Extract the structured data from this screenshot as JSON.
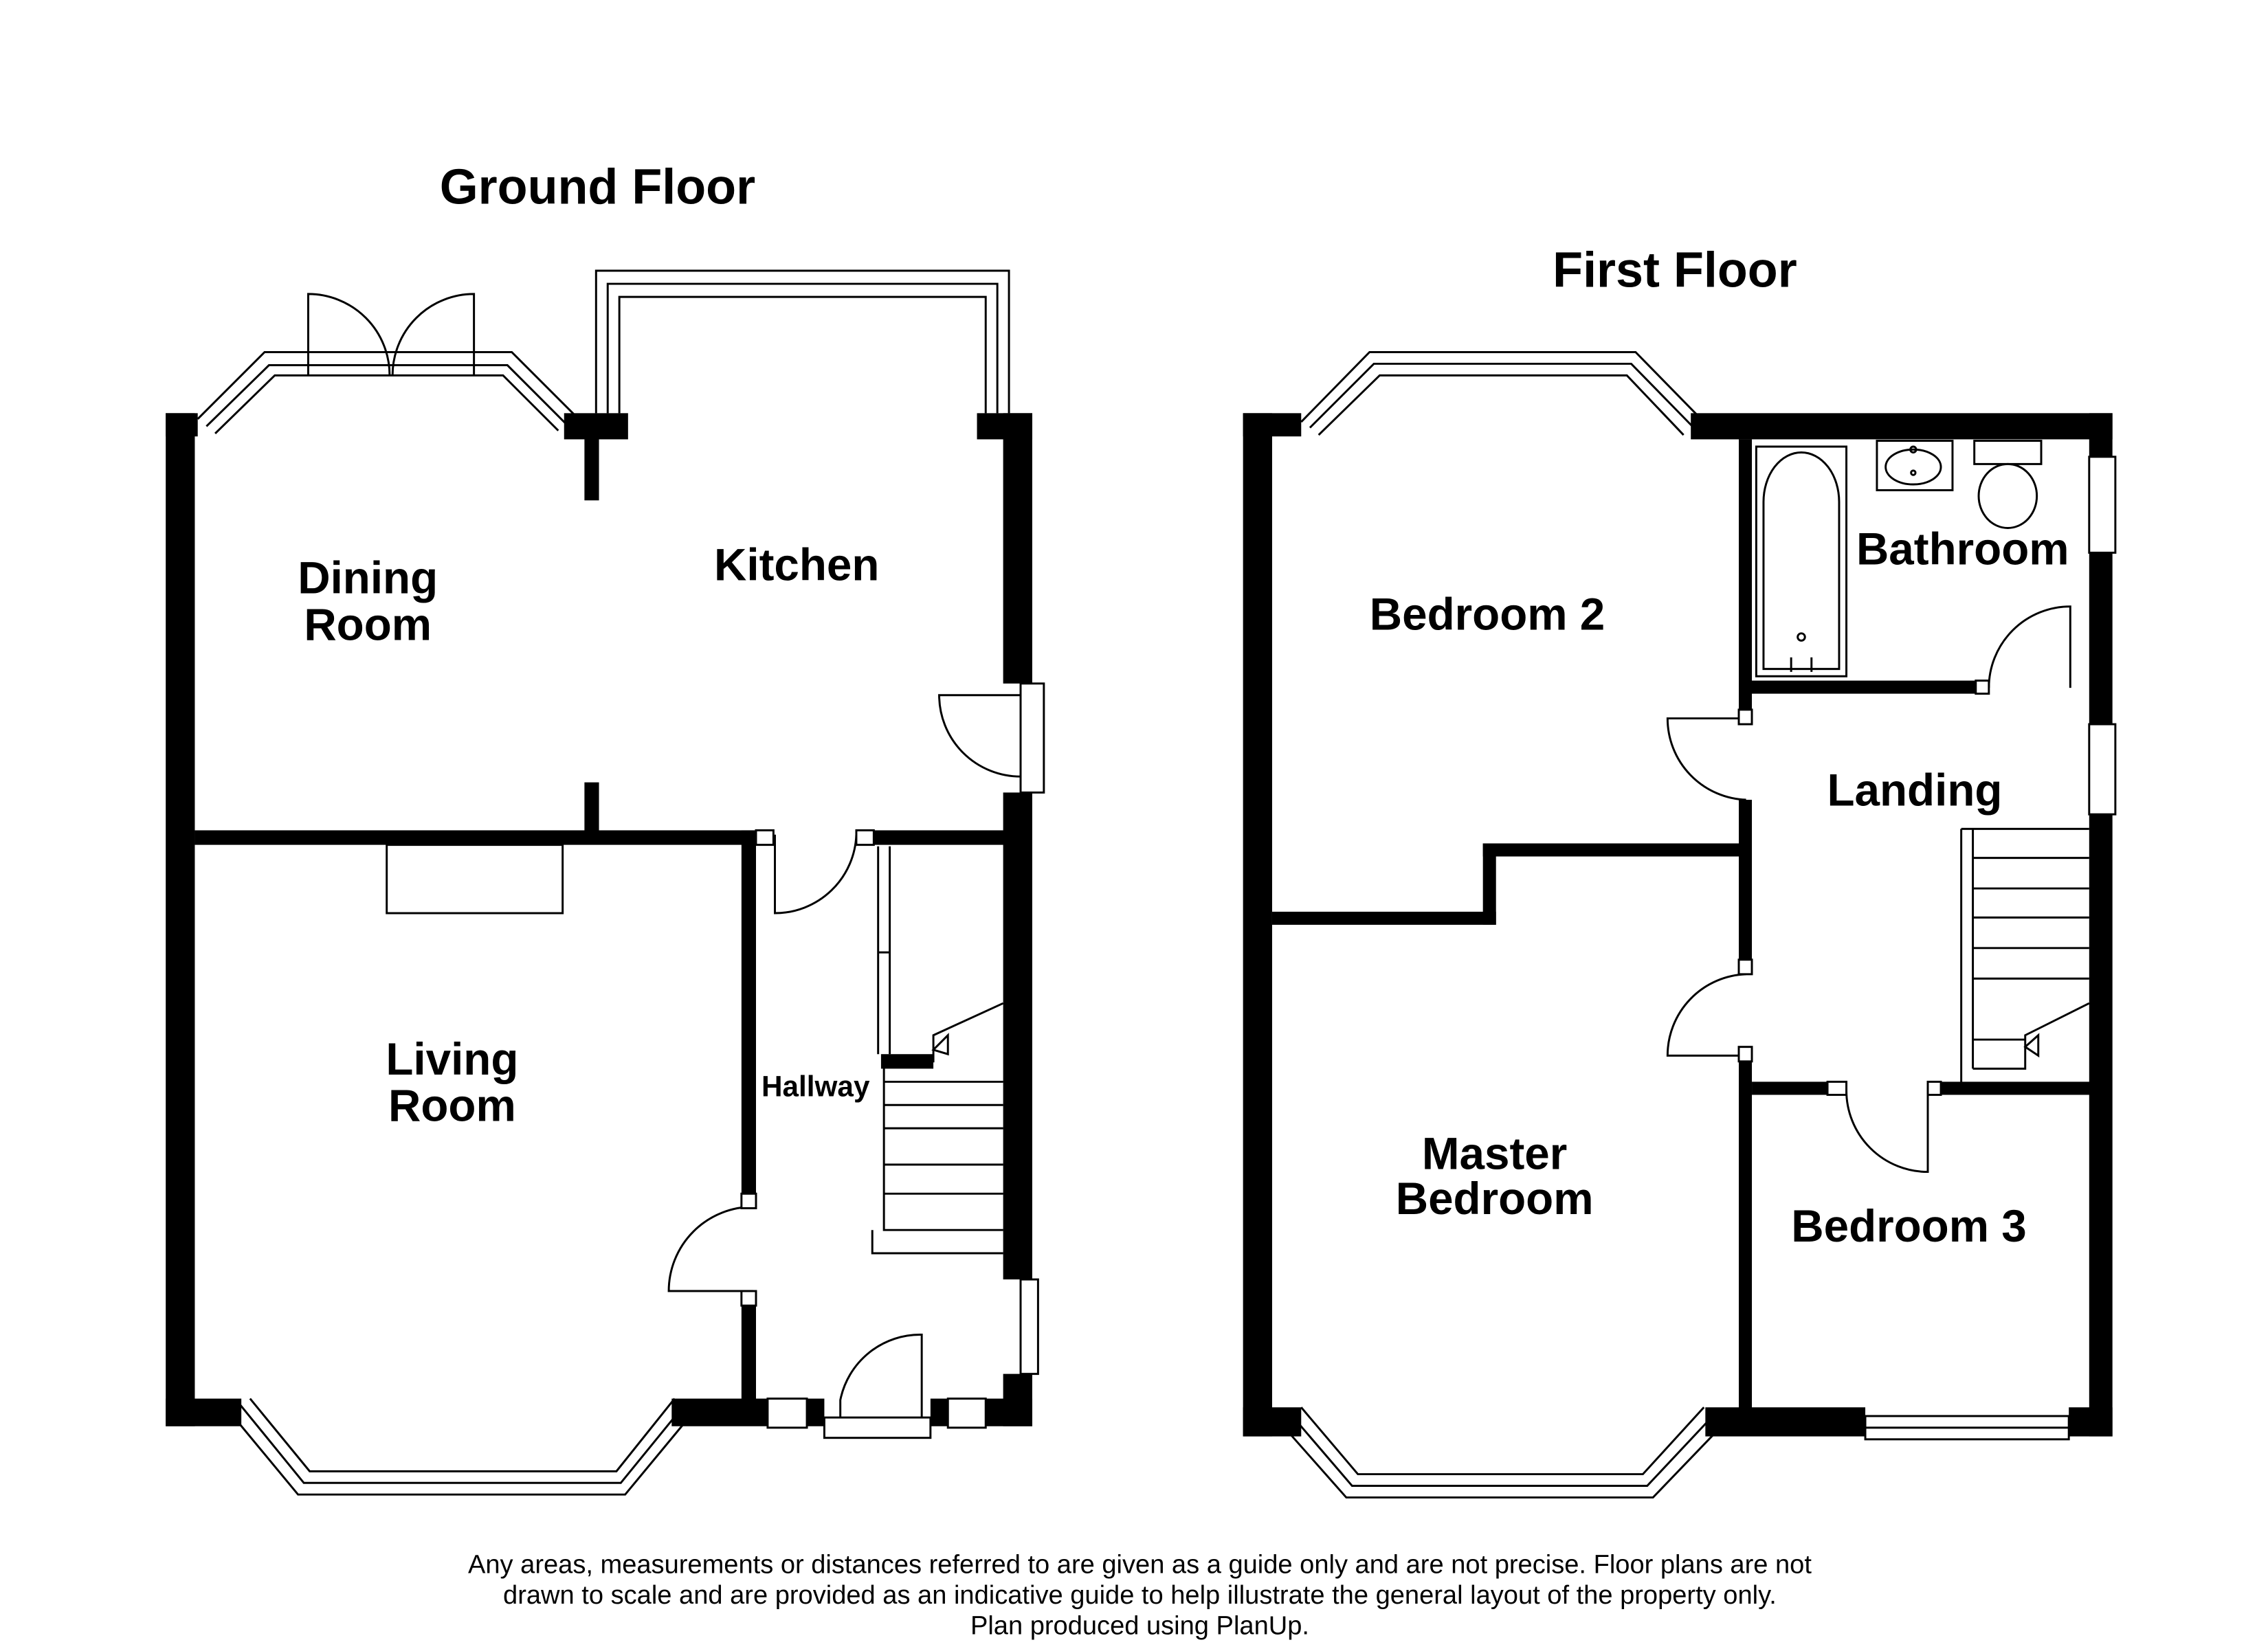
{
  "floors": {
    "ground": {
      "title": "Ground Floor",
      "rooms": {
        "dining_line1": "Dining",
        "dining_line2": "Room",
        "kitchen": "Kitchen",
        "living_line1": "Living",
        "living_line2": "Room",
        "hallway": "Hallway"
      }
    },
    "first": {
      "title": "First Floor",
      "rooms": {
        "bedroom2": "Bedroom 2",
        "bathroom": "Bathroom",
        "landing": "Landing",
        "master_line1": "Master",
        "master_line2": "Bedroom",
        "bedroom3": "Bedroom 3"
      }
    }
  },
  "disclaimer": {
    "line1": "Any areas, measurements or distances referred to are given as a guide only and are not precise. Floor plans are not",
    "line2": "drawn to scale and are provided as an indicative guide to help illustrate the general layout of the property only.",
    "line3": "Plan produced using PlanUp."
  },
  "colors": {
    "wall": "#000000",
    "background": "#ffffff"
  }
}
